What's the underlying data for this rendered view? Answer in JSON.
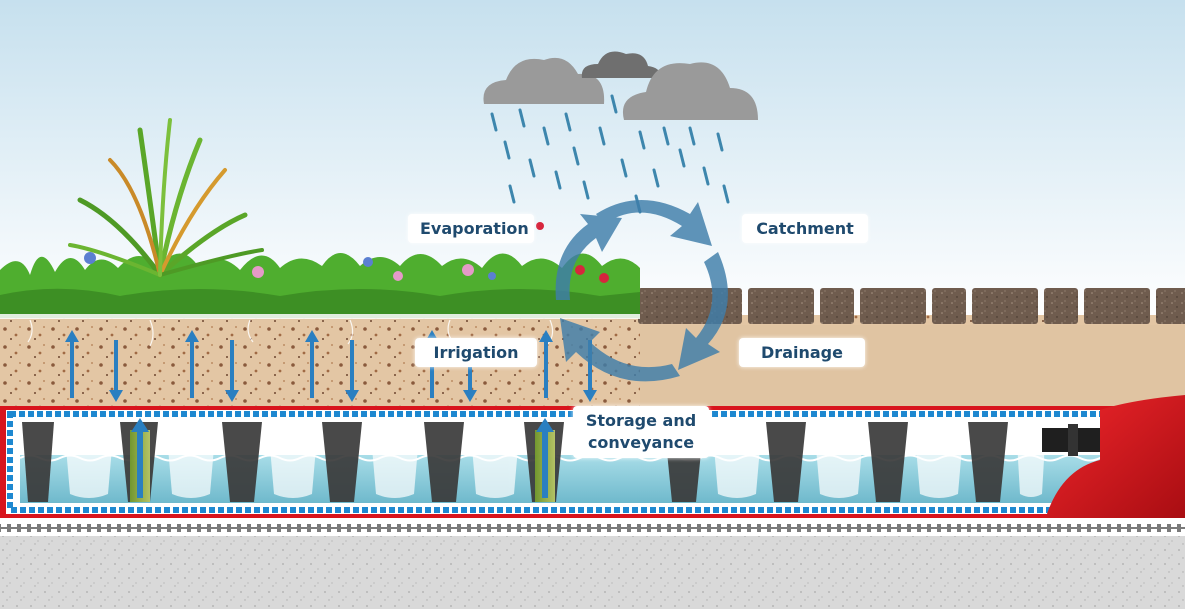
{
  "labels": {
    "evaporation": "Evaporation",
    "catchment": "Catchment",
    "irrigation": "Irrigation",
    "drainage": "Drainage",
    "storage": "Storage and conveyance"
  },
  "colors": {
    "sky_top": "#c9e2f0",
    "sky_bottom": "#ffffff",
    "grass": "#4fae2f",
    "soil": "#e3c6a4",
    "pavers": "#6f5c4e",
    "water": "#8fd3e0",
    "crate_border": "#1e88d0",
    "arrow_blue": "#2a7fc1",
    "cycle_arrow": "#3f7eaa",
    "pipe_red": "#d8141d",
    "label_text": "#1f4a6e",
    "gravel": "#d9d9d9"
  }
}
